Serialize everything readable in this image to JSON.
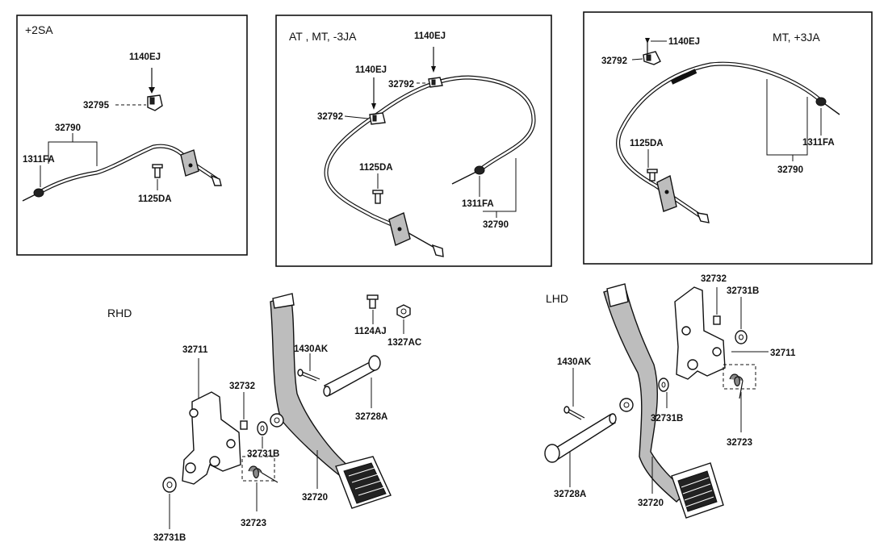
{
  "panels": {
    "top_left": {
      "header": "+2SA",
      "labels": {
        "bolt": "1140EJ",
        "clip": "32795",
        "cable": "32790",
        "end_fitting": "1311FA",
        "screw": "1125DA"
      }
    },
    "top_middle": {
      "header": "AT , MT, -3JA",
      "labels": {
        "bolt_upper": "1140EJ",
        "clip_upper": "32792",
        "bolt_lower": "1140EJ",
        "clip_lower": "32792",
        "screw": "1125DA",
        "end_fitting": "1311FA",
        "cable": "32790"
      }
    },
    "top_right": {
      "header": "MT, +3JA",
      "labels": {
        "bolt": "1140EJ",
        "clip": "32792",
        "screw": "1125DA",
        "end_fitting": "1311FA",
        "cable": "32790"
      }
    }
  },
  "rhd": {
    "title": "RHD",
    "labels": {
      "bracket": "32711",
      "bushing_top": "32732",
      "snap_pin": "1430AK",
      "bolt": "1124AJ",
      "nut": "1327AC",
      "pivot_pin": "32728A",
      "washer_right": "32731B",
      "washer_left": "32731B",
      "spring": "32723",
      "pedal": "32720"
    }
  },
  "lhd": {
    "title": "LHD",
    "labels": {
      "bushing_top": "32732",
      "washer_top": "32731B",
      "bracket": "32711",
      "snap_pin": "1430AK",
      "washer_mid": "32731B",
      "spring": "32723",
      "pivot_pin": "32728A",
      "pedal": "32720"
    }
  }
}
